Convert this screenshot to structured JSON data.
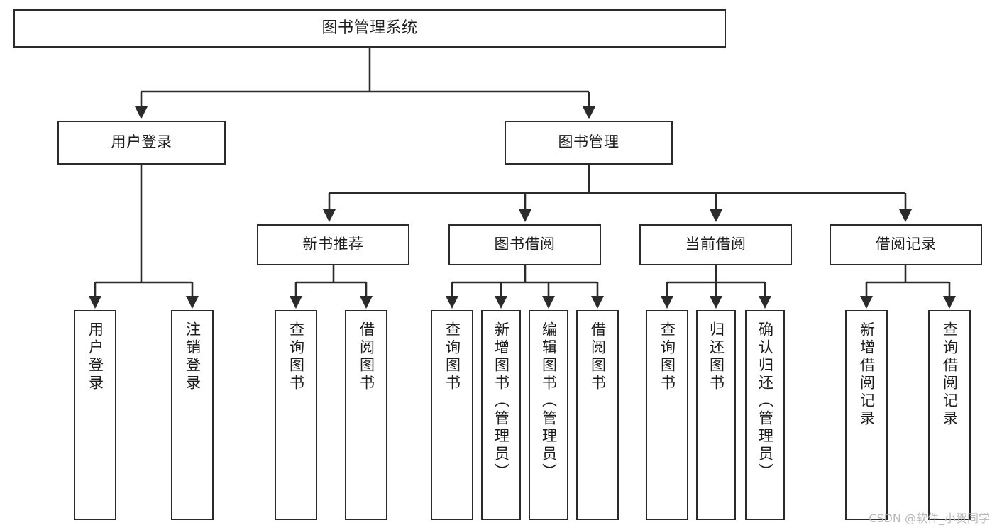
{
  "diagram": {
    "title": "图书管理系统",
    "type": "tree-hierarchy-chart",
    "orientation": "top-down",
    "colors": {
      "box_border": "#2b2b2b",
      "box_fill": "#ffffff",
      "edge": "#2b2b2b",
      "text": "#1d1d1d",
      "watermark": "#b9b9b9",
      "background": "#ffffff"
    },
    "watermark": "CSDN @软件_小贺同学"
  },
  "nodes": {
    "root": {
      "label": "图书管理系统"
    },
    "level2": [
      {
        "id": "user-login",
        "label": "用户登录"
      },
      {
        "id": "book-manage",
        "label": "图书管理"
      }
    ],
    "level3": [
      {
        "id": "new-book-recommend",
        "label": "新书推荐",
        "parent": "book-manage"
      },
      {
        "id": "book-borrow",
        "label": "图书借阅",
        "parent": "book-manage"
      },
      {
        "id": "current-borrow",
        "label": "当前借阅",
        "parent": "book-manage"
      },
      {
        "id": "borrow-record",
        "label": "借阅记录",
        "parent": "book-manage"
      }
    ],
    "leaves": [
      {
        "id": "leaf-user-login",
        "label": "用户登录",
        "parent": "user-login"
      },
      {
        "id": "leaf-logout-login",
        "label": "注销登录",
        "parent": "user-login"
      },
      {
        "id": "leaf-query-book-1",
        "label": "查询图书",
        "parent": "new-book-recommend"
      },
      {
        "id": "leaf-borrow-book-1",
        "label": "借阅图书",
        "parent": "new-book-recommend"
      },
      {
        "id": "leaf-query-book-2",
        "label": "查询图书",
        "parent": "book-borrow"
      },
      {
        "id": "leaf-add-book",
        "label": "新增图书（管理员）",
        "parent": "book-borrow"
      },
      {
        "id": "leaf-edit-book",
        "label": "编辑图书（管理员）",
        "parent": "book-borrow"
      },
      {
        "id": "leaf-borrow-book-2",
        "label": "借阅图书",
        "parent": "book-borrow"
      },
      {
        "id": "leaf-query-book-3",
        "label": "查询图书",
        "parent": "current-borrow"
      },
      {
        "id": "leaf-return-book",
        "label": "归还图书",
        "parent": "current-borrow"
      },
      {
        "id": "leaf-confirm-return",
        "label": "确认归还（管理员）",
        "parent": "current-borrow"
      },
      {
        "id": "leaf-add-record",
        "label": "新增借阅记录",
        "parent": "borrow-record"
      },
      {
        "id": "leaf-query-record",
        "label": "查询借阅记录",
        "parent": "borrow-record"
      }
    ]
  }
}
